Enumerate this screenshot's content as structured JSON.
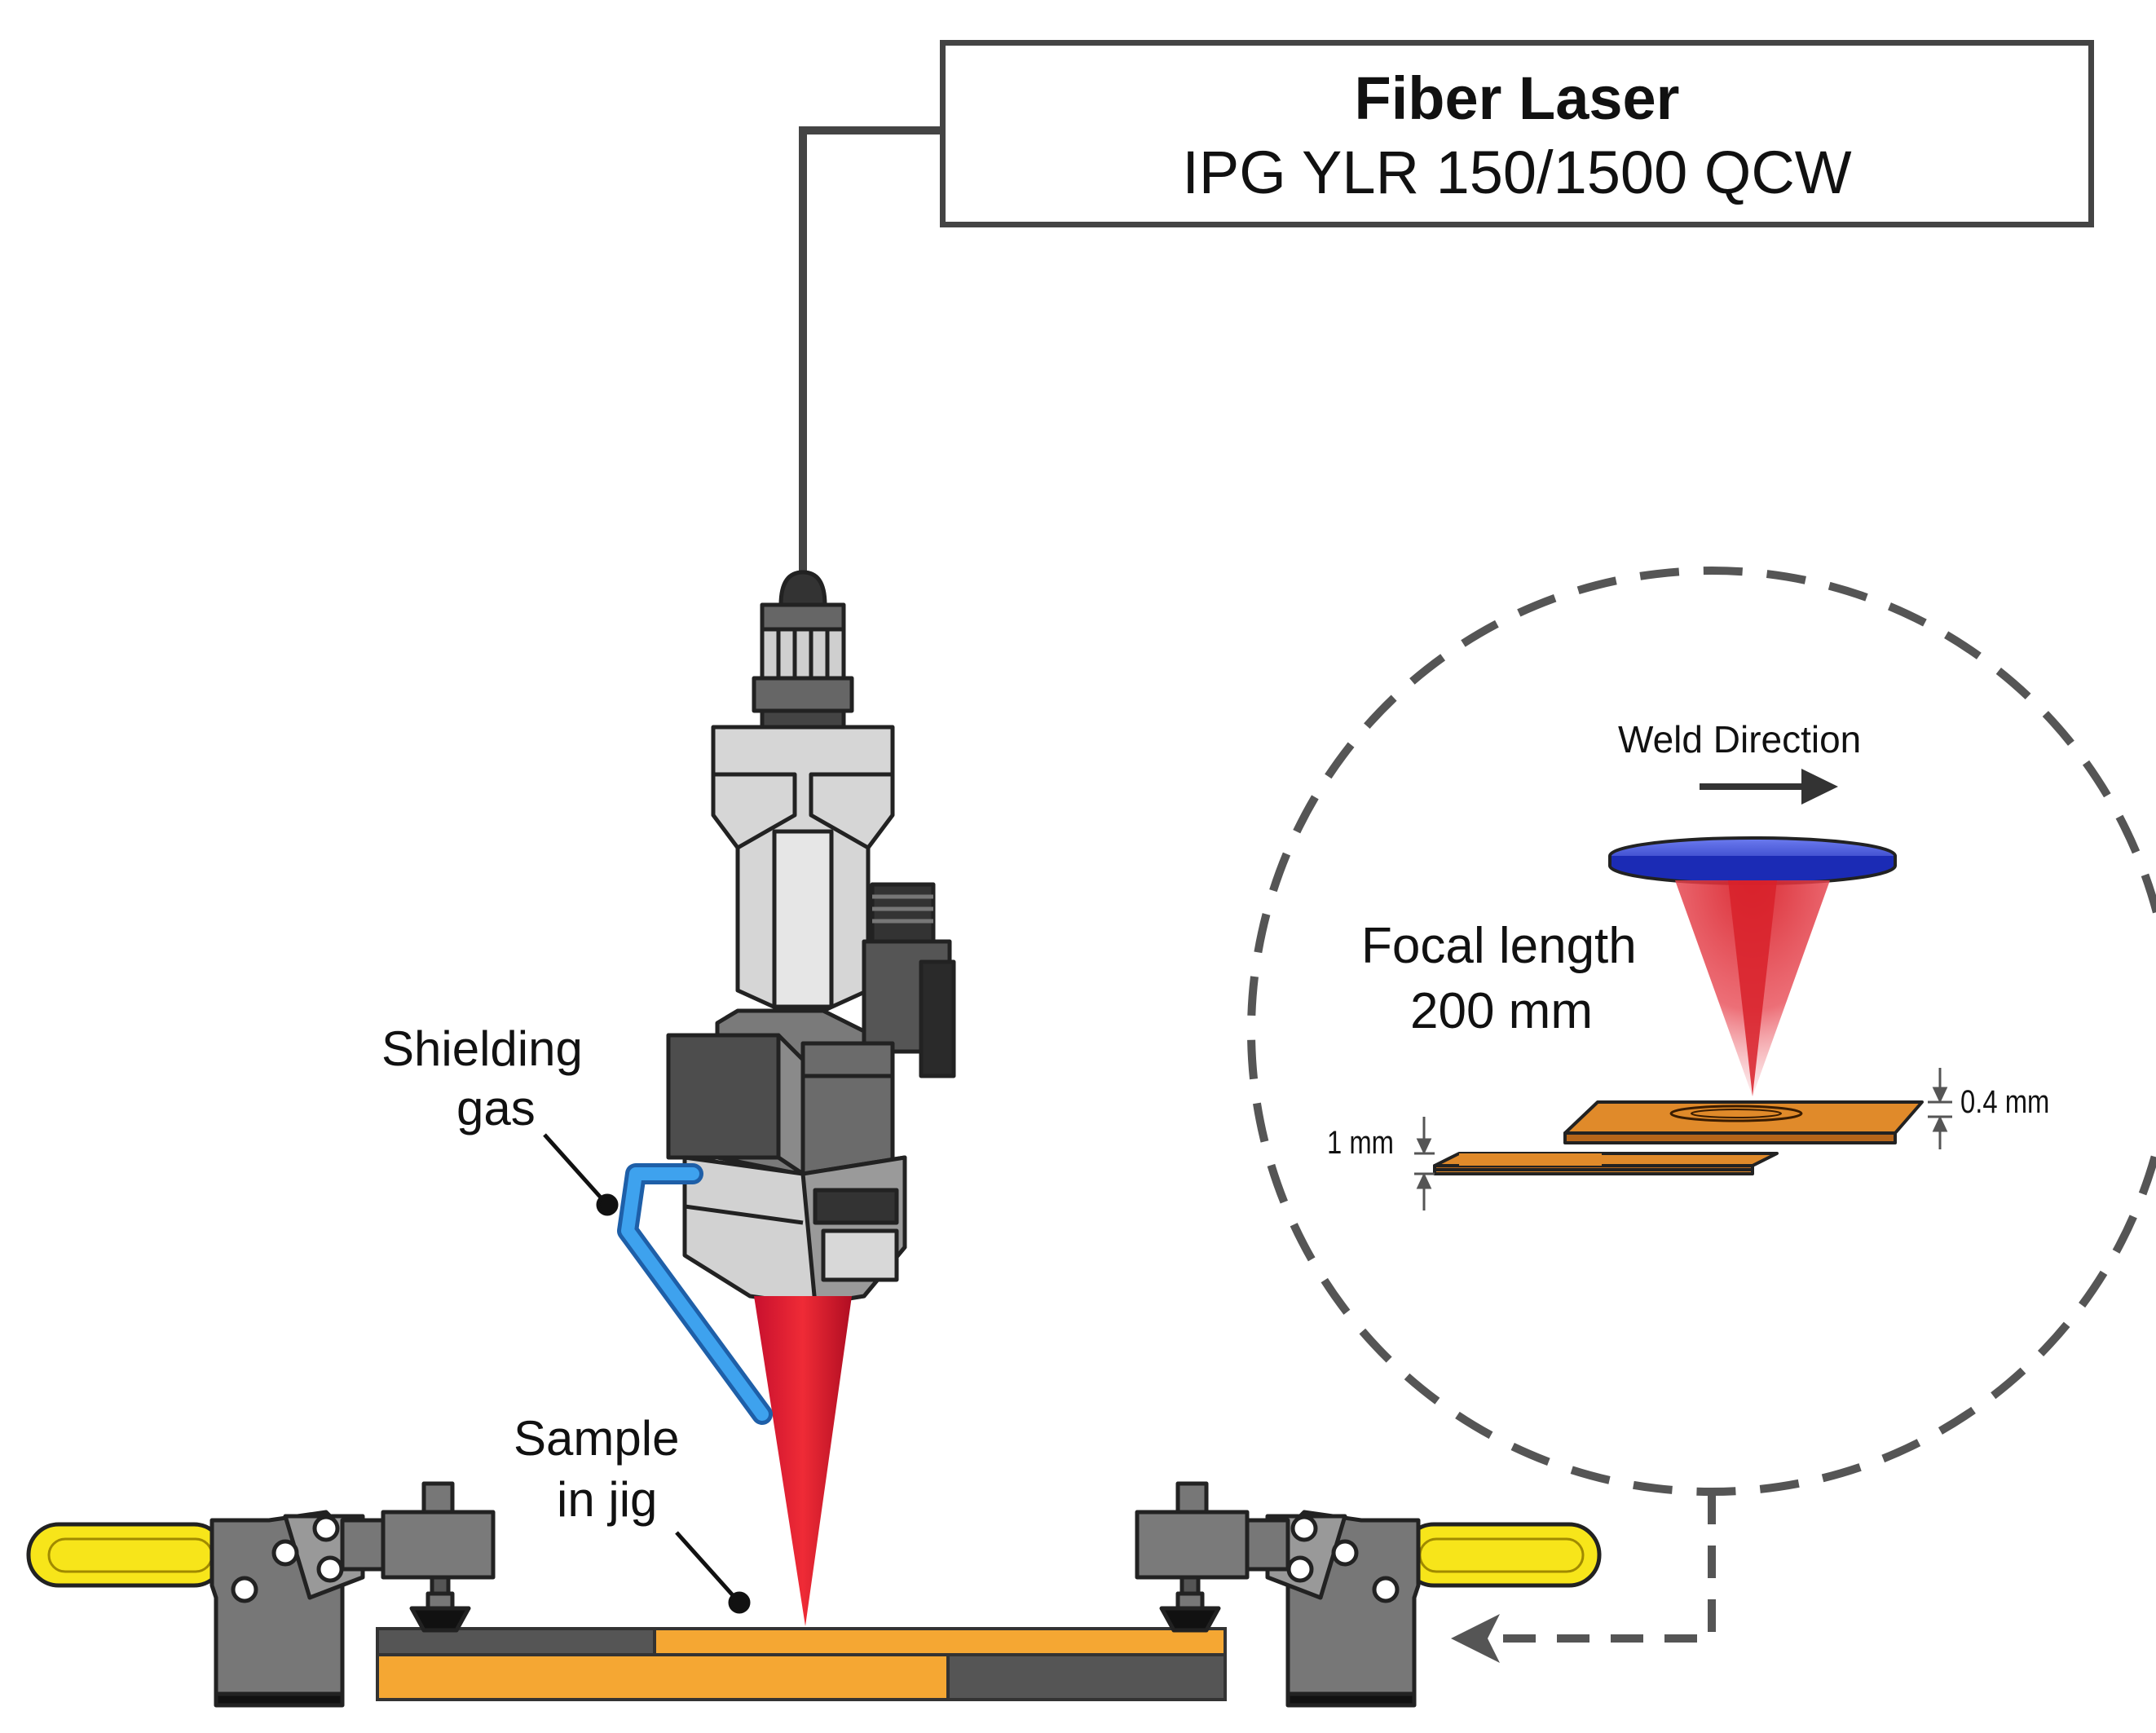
{
  "title_box": {
    "main": "Fiber Laser",
    "sub": "IPG YLR 150/1500 QCW"
  },
  "labels": {
    "shielding_gas_line1": "Shielding",
    "shielding_gas_line2": "gas",
    "sample_line1": "Sample",
    "sample_line2": "in jig",
    "weld_direction": "Weld Direction",
    "focal_line1": "Focal length",
    "focal_line2": "200 mm",
    "thickness_bottom": "1 mm",
    "thickness_top": "0.4 mm"
  },
  "colors": {
    "outline": "#444444",
    "laser_red": "#d8212a",
    "copper": "#e08a2a",
    "plate_orange": "#f5a733",
    "plate_dark": "#555555",
    "handle_yellow": "#f7e51a",
    "gas_tube_blue": "#2d8fe0",
    "lens_blue": "#2a3fd6",
    "head_light_gray": "#d3d3d3",
    "head_dark_gray": "#555555"
  }
}
